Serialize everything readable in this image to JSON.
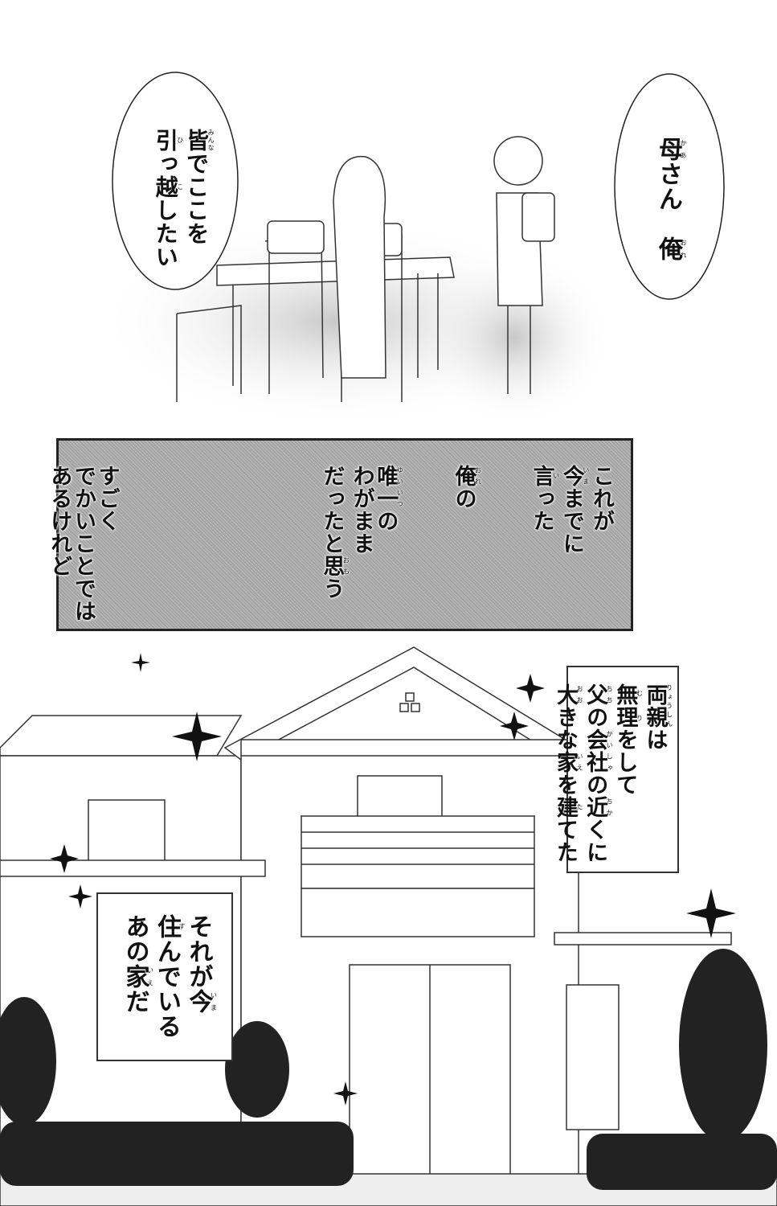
{
  "panel_top": {
    "bubble_right": {
      "columns": [
        [
          [
            "母",
            "かあ"
          ],
          [
            "さん",
            ""
          ],
          [
            "　",
            ""
          ],
          [
            "俺",
            "おれ"
          ]
        ]
      ]
    },
    "bubble_left": {
      "columns": [
        [
          [
            "皆",
            "みんな"
          ],
          [
            "でここを",
            ""
          ]
        ],
        [
          [
            "引",
            "ひ"
          ],
          [
            "っ",
            ""
          ],
          [
            "越",
            "こ"
          ],
          [
            "したい",
            ""
          ]
        ]
      ]
    }
  },
  "panel_middle": {
    "narration": {
      "columns": [
        [
          [
            "これが",
            ""
          ]
        ],
        [
          [
            "今",
            "いま"
          ],
          [
            "までに",
            ""
          ]
        ],
        [
          [
            "言",
            "い"
          ],
          [
            "った",
            ""
          ]
        ],
        [
          [
            "俺",
            "おれ"
          ],
          [
            "の",
            ""
          ]
        ],
        [
          [
            "唯一",
            "ゆいいつ"
          ],
          [
            "の",
            ""
          ]
        ],
        [
          [
            "わがまま",
            ""
          ]
        ],
        [
          [
            "だったと",
            ""
          ],
          [
            "思",
            "おも"
          ],
          [
            "う",
            ""
          ]
        ],
        [
          [
            "すごく",
            ""
          ]
        ],
        [
          [
            "でかいことでは",
            ""
          ]
        ],
        [
          [
            "あるけれど",
            ""
          ]
        ]
      ]
    }
  },
  "panel_bottom": {
    "caption_right": {
      "columns": [
        [
          [
            "両親",
            "りょうしん"
          ],
          [
            "は",
            ""
          ]
        ],
        [
          [
            "無理",
            "むり"
          ],
          [
            "をして",
            ""
          ]
        ],
        [
          [
            "父",
            "ちち"
          ],
          [
            "の",
            ""
          ],
          [
            "会社",
            "かいしゃ"
          ],
          [
            "の",
            ""
          ],
          [
            "近",
            "ちか"
          ],
          [
            "くに",
            ""
          ]
        ],
        [
          [
            "大",
            "おお"
          ],
          [
            "きな",
            ""
          ],
          [
            "家",
            "いえ"
          ],
          [
            "を",
            ""
          ],
          [
            "建",
            "た"
          ],
          [
            "てた",
            ""
          ]
        ]
      ]
    },
    "caption_left": {
      "columns": [
        [
          [
            "それが",
            ""
          ],
          [
            "今",
            "いま"
          ]
        ],
        [
          [
            "住",
            "す"
          ],
          [
            "んでいる",
            ""
          ]
        ],
        [
          [
            "あの",
            ""
          ],
          [
            "家",
            "いえ"
          ],
          [
            "だ",
            ""
          ]
        ]
      ]
    }
  }
}
